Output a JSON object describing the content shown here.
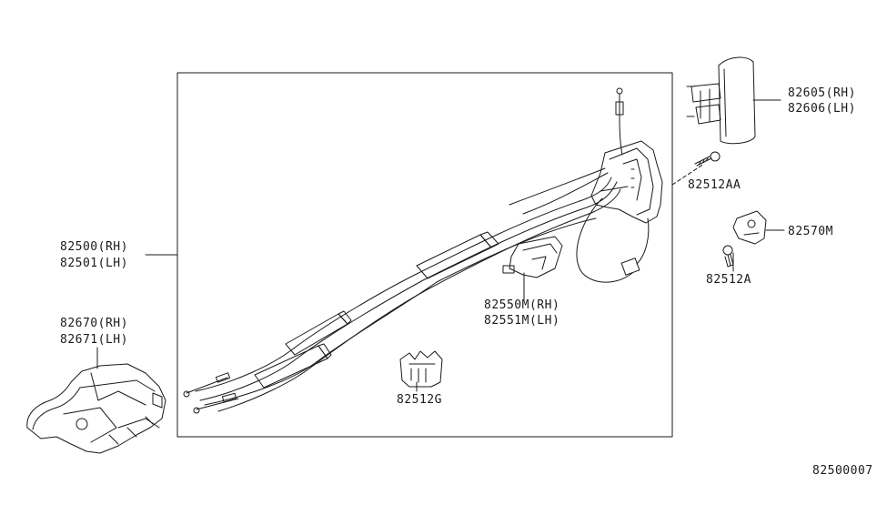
{
  "parts": {
    "door_lock_actuator_rh": "82500(RH)",
    "door_lock_actuator_lh": "82501(LH)",
    "inside_handle_rh": "82670(RH)",
    "inside_handle_lh": "82671(LH)",
    "outside_handle_rh": "82605(RH)",
    "outside_handle_lh": "82606(LH)",
    "screw_aa": "82512AA",
    "striker": "82570M",
    "screw_a": "82512A",
    "rod_bracket_rh": "82550M(RH)",
    "rod_bracket_lh": "82551M(LH)",
    "clip": "82512G"
  },
  "diagram_id": "82500007",
  "colors": {
    "line": "#1a1a1a",
    "background": "#ffffff"
  }
}
